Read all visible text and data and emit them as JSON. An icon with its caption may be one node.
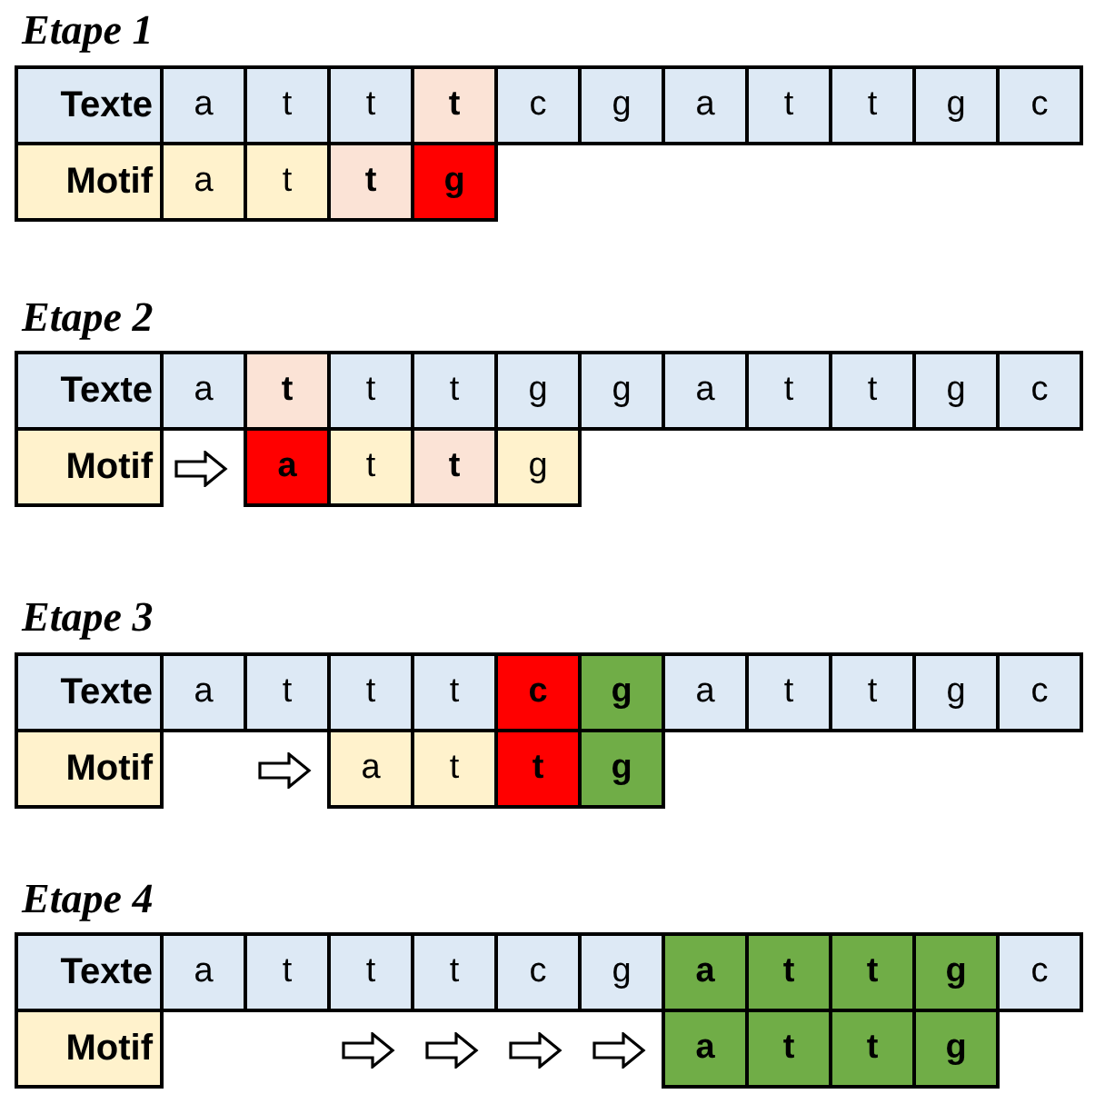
{
  "diagram": {
    "labels": [
      "Etape 1",
      "Texte",
      "a",
      "t",
      "t",
      "t",
      "c",
      "g",
      "a",
      "t",
      "t",
      "g",
      "c",
      "Motif",
      "a",
      "t",
      "t",
      "g",
      "Etape 2",
      "Texte",
      "a",
      "t",
      "t",
      "t",
      "g",
      "g",
      "a",
      "t",
      "t",
      "g",
      "c",
      "Motif",
      "a",
      "t",
      "t",
      "g",
      "Etape 3",
      "Texte",
      "a",
      "t",
      "t",
      "t",
      "c",
      "g",
      "a",
      "t",
      "t",
      "g",
      "c",
      "Motif",
      "a",
      "t",
      "t",
      "g",
      "Etape 4",
      "Texte",
      "a",
      "t",
      "t",
      "t",
      "c",
      "g",
      "a",
      "t",
      "t",
      "g",
      "c",
      "Motif",
      "a",
      "t",
      "t",
      "g"
    ]
  }
}
